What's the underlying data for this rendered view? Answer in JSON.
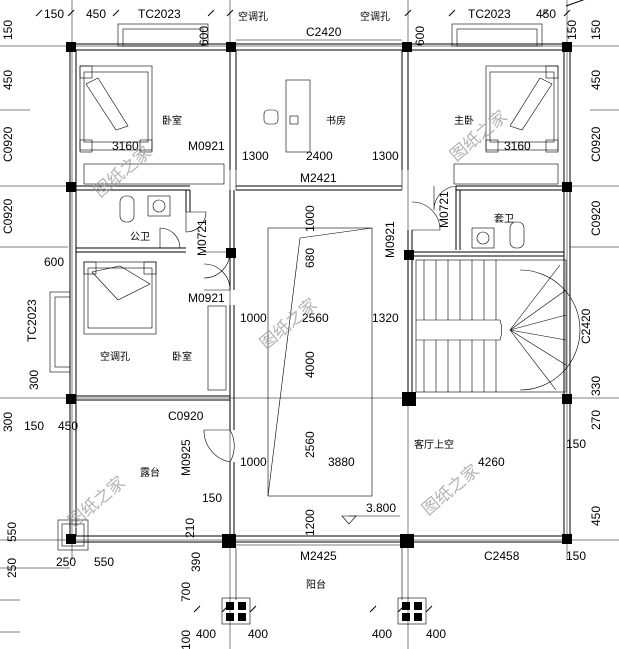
{
  "drawing": {
    "top_dims": [
      "150",
      "450",
      "TC2023",
      "600",
      "C2420",
      "600",
      "TC2023",
      "450",
      "150"
    ],
    "right_dims": [
      "150",
      "450",
      "C0920",
      "C0920",
      "C2420",
      "330",
      "270",
      "150",
      "450",
      "150"
    ],
    "left_dims": [
      "150",
      "450",
      "C0920",
      "C0920",
      "600",
      "TC2023",
      "300",
      "300",
      "150",
      "450",
      "550",
      "250",
      "250",
      "550",
      "390",
      "700",
      "100"
    ],
    "bottom_dims": [
      "400",
      "400",
      "400",
      "400"
    ],
    "labels": {
      "ac_hole_1": "空调孔",
      "ac_hole_2": "空调孔",
      "ac_hole_3": "空调孔",
      "bedroom_tl": "卧室",
      "study": "书房",
      "master": "主卧",
      "pub_bath": "公卫",
      "suite_bath": "套卫",
      "bedroom_l": "卧室",
      "terrace": "露台",
      "living_void": "客厅上空",
      "balcony": "阳台"
    },
    "codes": {
      "m0921_a": "M0921",
      "m0721_a": "M0721",
      "m0921_b": "M0921",
      "m0721_b": "M0721",
      "m0921_c": "M0921",
      "m2421": "M2421",
      "c0920": "C0920",
      "m0925": "M0925",
      "m2425": "M2425",
      "c2458": "C2458"
    },
    "inner_dims": {
      "d3160_l": "3160",
      "d3160_r": "3160",
      "d1300_l": "1300",
      "d2400": "2400",
      "d1300_r": "1300",
      "d1000_v": "1000",
      "d680": "680",
      "d1000_h1": "1000",
      "d2560_h": "2560",
      "d1320": "1320",
      "d4000": "4000",
      "d2560_v": "2560",
      "d1000_h2": "1000",
      "d3880": "3880",
      "d4260": "4260",
      "d1200": "1200",
      "d210": "210",
      "d150": "150",
      "d150_r": "150"
    },
    "level": "3.800",
    "watermark": "图纸之家"
  }
}
